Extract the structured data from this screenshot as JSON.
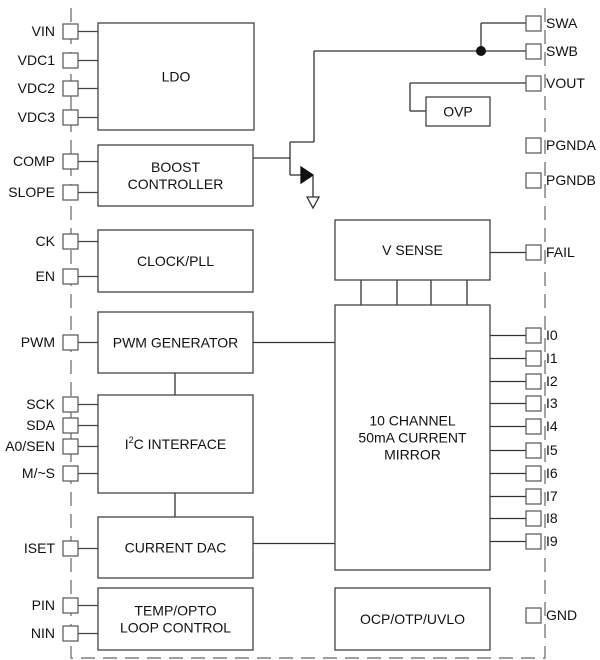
{
  "diagram": {
    "type": "block-diagram",
    "blocks": [
      {
        "id": "ldo",
        "lines": [
          "LDO"
        ]
      },
      {
        "id": "boost",
        "lines": [
          "BOOST",
          "CONTROLLER"
        ]
      },
      {
        "id": "clock",
        "lines": [
          "CLOCK/PLL"
        ]
      },
      {
        "id": "pwm",
        "lines": [
          "PWM GENERATOR"
        ]
      },
      {
        "id": "i2c",
        "lines": [
          "I",
          "2",
          "C INTERFACE"
        ]
      },
      {
        "id": "dac",
        "lines": [
          "CURRENT DAC"
        ]
      },
      {
        "id": "temp",
        "lines": [
          "TEMP/OPTO",
          "LOOP CONTROL"
        ]
      },
      {
        "id": "ovp",
        "lines": [
          "OVP"
        ]
      },
      {
        "id": "vsense",
        "lines": [
          "V SENSE"
        ]
      },
      {
        "id": "mirror",
        "lines": [
          "10 CHANNEL",
          "50mA CURRENT",
          "MIRROR"
        ]
      },
      {
        "id": "prot",
        "lines": [
          "OCP/OTP/UVLO"
        ]
      }
    ],
    "left_pins": [
      "VIN",
      "VDC1",
      "VDC2",
      "VDC3",
      "COMP",
      "SLOPE",
      "CK",
      "EN",
      "PWM",
      "SCK",
      "SDA",
      "A0/SEN",
      "M/~S",
      "ISET",
      "PIN",
      "NIN"
    ],
    "right_pins": [
      "SWA",
      "SWB",
      "VOUT",
      "PGNDA",
      "PGNDB",
      "FAIL",
      "I0",
      "I1",
      "I2",
      "I3",
      "I4",
      "I5",
      "I6",
      "I7",
      "I8",
      "I9",
      "GND"
    ]
  }
}
